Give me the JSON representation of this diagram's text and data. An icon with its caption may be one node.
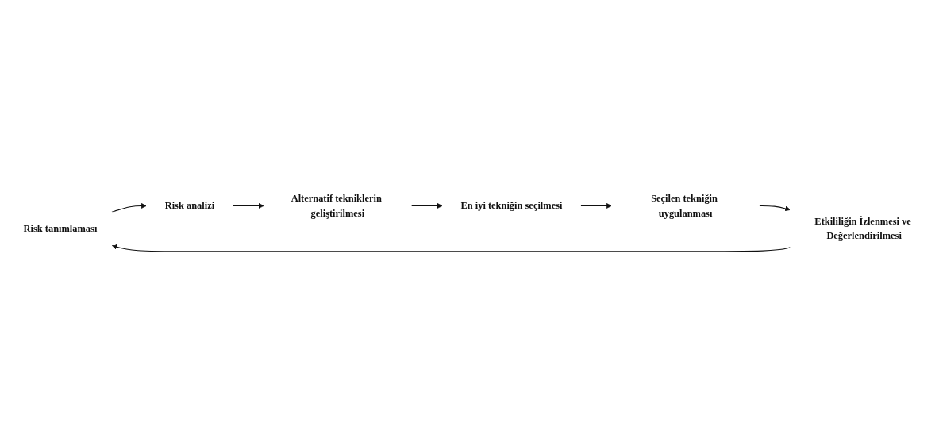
{
  "diagram": {
    "nodes": [
      {
        "text": [
          "Risk tanımlaması"
        ]
      },
      {
        "text": [
          "Risk analizi"
        ]
      },
      {
        "text": [
          "Alternatif tekniklerin geliştirilmesi"
        ]
      },
      {
        "text": [
          "En iyi tekniğin seçilmesi"
        ]
      },
      {
        "text": [
          "Seçilen tekniğin uygulanması"
        ]
      },
      {
        "text": [
          "Etkililiğin İzlenmesi ve Değerlendirilmesi"
        ]
      }
    ],
    "edges": [
      {
        "from": 0,
        "to": 1,
        "arrow": "to"
      },
      {
        "from": 1,
        "to": 2,
        "arrow": "to"
      },
      {
        "from": 2,
        "to": 3,
        "arrow": "to"
      },
      {
        "from": 3,
        "to": 4,
        "arrow": "to"
      },
      {
        "from": 4,
        "to": 5,
        "arrow": "to"
      },
      {
        "from": 5,
        "to": 0,
        "arrow": "to"
      }
    ]
  }
}
